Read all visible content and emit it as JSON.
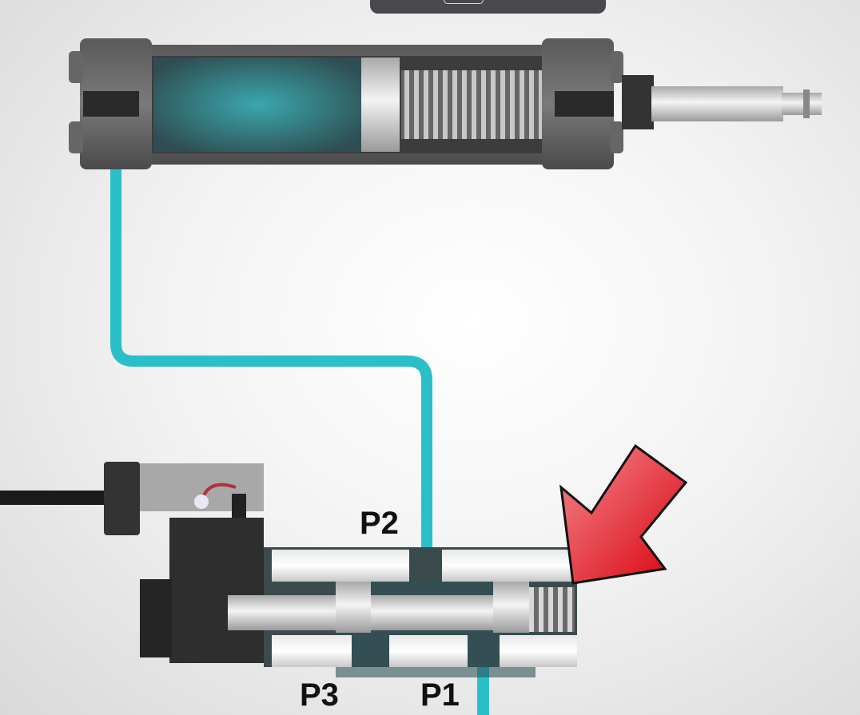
{
  "labels": {
    "p1": "P1",
    "p2": "P2",
    "p3": "P3"
  },
  "colors": {
    "air": "#2bbfca",
    "arrow": "#e8121c",
    "body": "#4a4a4a"
  }
}
